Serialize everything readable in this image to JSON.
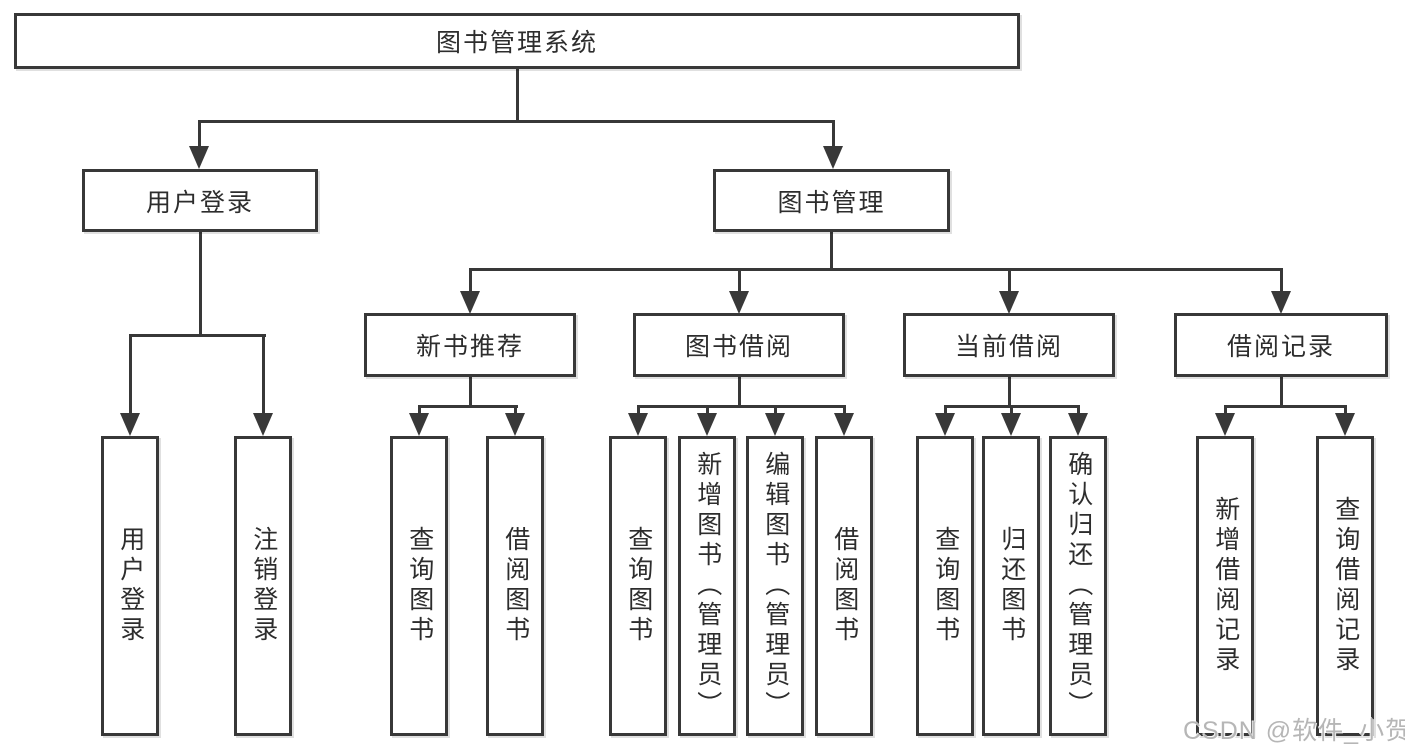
{
  "colors": {
    "background": "#ffffff",
    "line": "#383838",
    "node_border": "#383838",
    "node_fill": "#ffffff",
    "text": "#2d2d2d",
    "watermark": "#b6b6b6"
  },
  "watermark": "CSDN @软件_小贺同学",
  "tree": {
    "root": {
      "label": "图书管理系统",
      "children": [
        {
          "label": "用户登录",
          "children": [
            {
              "label": "用户登录"
            },
            {
              "label": "注销登录"
            }
          ]
        },
        {
          "label": "图书管理",
          "children": [
            {
              "label": "新书推荐",
              "children": [
                {
                  "label": "查询图书"
                },
                {
                  "label": "借阅图书"
                }
              ]
            },
            {
              "label": "图书借阅",
              "children": [
                {
                  "label": "查询图书"
                },
                {
                  "label": "新增图书（管理员）"
                },
                {
                  "label": "编辑图书（管理员）"
                },
                {
                  "label": "借阅图书"
                }
              ]
            },
            {
              "label": "当前借阅",
              "children": [
                {
                  "label": "查询图书"
                },
                {
                  "label": "归还图书"
                },
                {
                  "label": "确认归还（管理员）"
                }
              ]
            },
            {
              "label": "借阅记录",
              "children": [
                {
                  "label": "新增借阅记录"
                },
                {
                  "label": "查询借阅记录"
                }
              ]
            }
          ]
        }
      ]
    }
  }
}
